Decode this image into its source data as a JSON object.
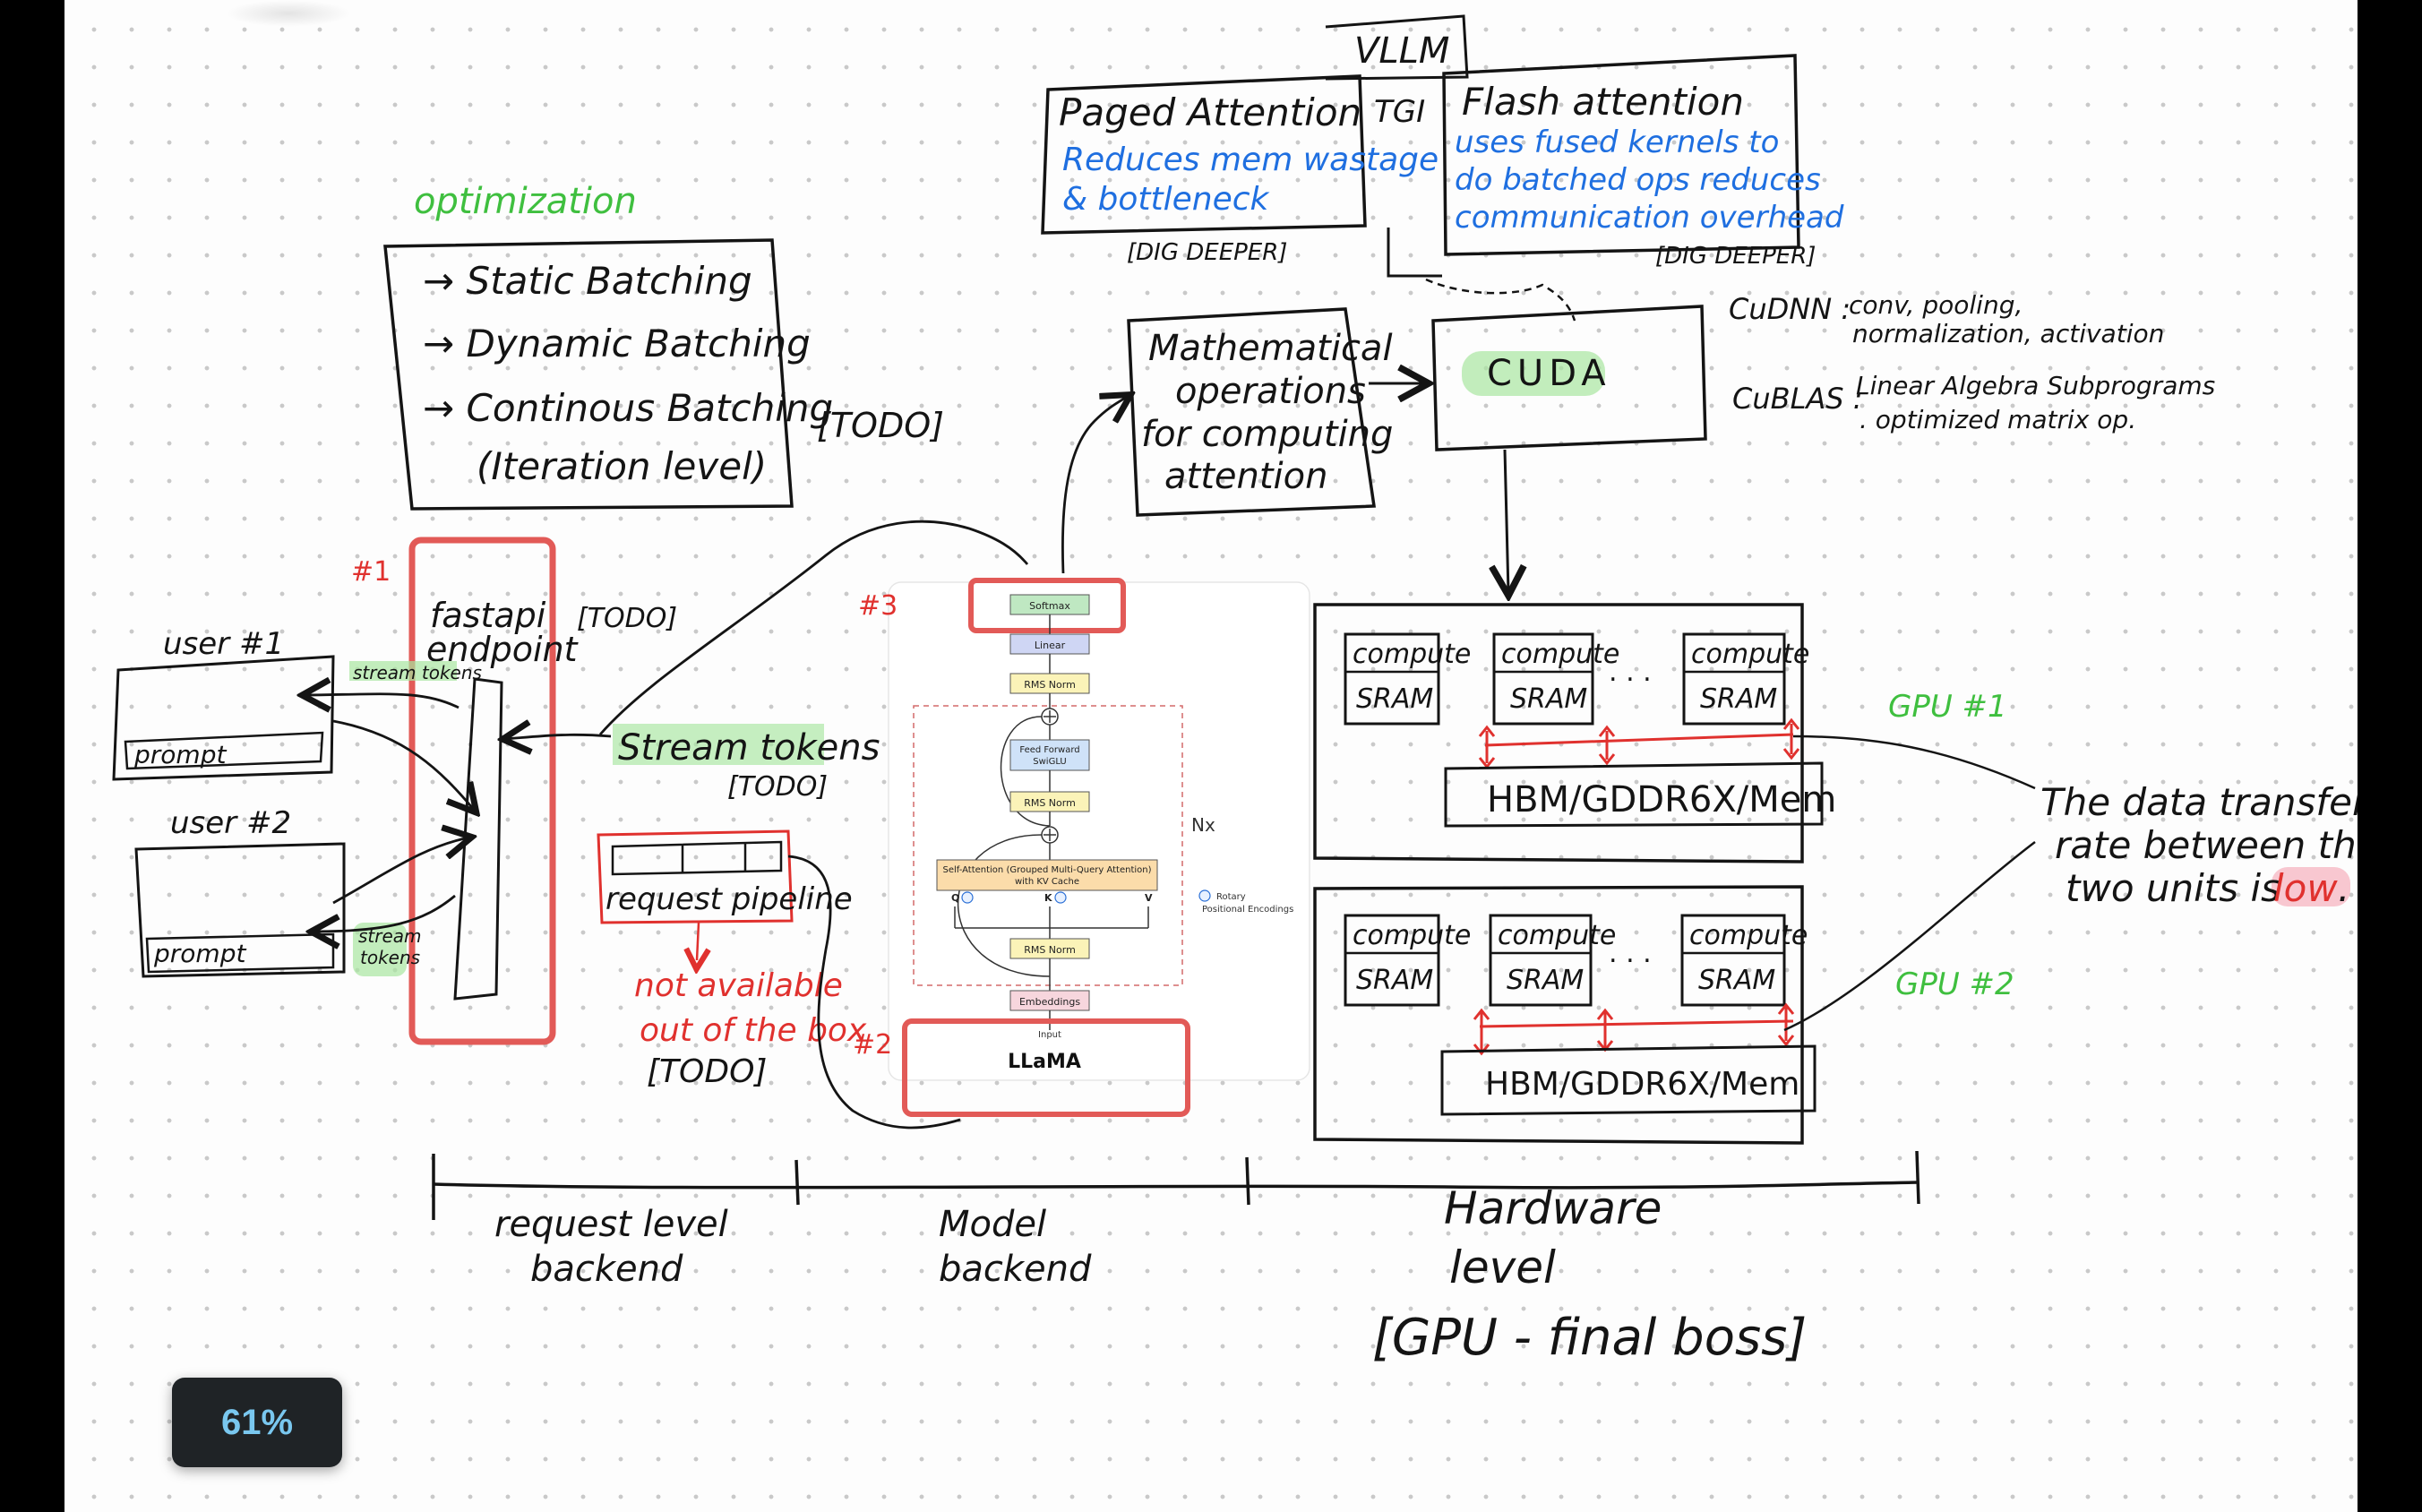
{
  "zoom_level": "61%",
  "colors": {
    "ink": "#141414",
    "green": "#3fbf3f",
    "blue": "#1f6fe0",
    "red": "#e0312e",
    "highlight_red": "#e25a57",
    "highlight_green": "#a8e6a0",
    "highlight_pink": "#f6b9c4"
  },
  "sections": {
    "optimization": {
      "title": "optimization",
      "items": [
        "→ Static Batching",
        "→ Dynamic Batching",
        "→ Continous Batching",
        "(Iteration level)"
      ],
      "tag": "[TODO]"
    },
    "markers": {
      "m1": "#1",
      "m2": "#2",
      "m3": "#3"
    },
    "fastapi": {
      "label_line1": "fastapi",
      "label_line2": "endpoint",
      "tag": "[TODO]"
    },
    "users": {
      "user1": {
        "label": "user #1",
        "prompt": "prompt",
        "stream": "stream tokens"
      },
      "user2": {
        "label": "user #2",
        "prompt": "prompt",
        "stream_line1": "stream",
        "stream_line2": "tokens"
      }
    },
    "stream_tokens": {
      "label": "Stream tokens",
      "tag": "[TODO]"
    },
    "request_pipeline": {
      "label": "request pipeline",
      "note_line1": "not available",
      "note_line2": "out of the box",
      "tag": "[TODO]"
    },
    "llama": {
      "softmax": "Softmax",
      "linear": "Linear",
      "rms_norm": "RMS Norm",
      "feed_forward_line1": "Feed Forward",
      "feed_forward_line2": "SwiGLU",
      "self_attention_line1": "Self-Attention (Grouped Multi-Query Attention)",
      "self_attention_line2": "with KV Cache",
      "q": "Q",
      "k": "K",
      "v": "V",
      "embeddings": "Embeddings",
      "input": "Input",
      "title": "LLaMA",
      "nx": "Nx",
      "rotary_line1": "Rotary",
      "rotary_line2": "Positional Encodings"
    },
    "math_ops": {
      "line1": "Mathematical",
      "line2": "operations",
      "line3": "for computing",
      "line4": "attention"
    },
    "vllm": {
      "title": "VLLM",
      "tgi": "TGI",
      "paged_title": "Paged Attention",
      "paged_line1": "Reduces mem wastage",
      "paged_line2": "& bottleneck",
      "paged_tag": "[DIG DEEPER]",
      "flash_title": "Flash attention",
      "flash_line1": "uses fused kernels to",
      "flash_line2": "do batched ops reduces",
      "flash_line3": "communication overhead",
      "flash_tag": "[DIG DEEPER]"
    },
    "cuda": {
      "label": "CUDA",
      "cudnn_key": "CuDNN :",
      "cudnn_line1": "conv, pooling,",
      "cudnn_line2": "normalization, activation",
      "cublas_key": "CuBLAS :",
      "cublas_line1": "Linear Algebra Subprograms",
      "cublas_line2": ". optimized matrix op."
    },
    "gpus": {
      "compute": "compute",
      "sram": "SRAM",
      "dots": ". . .",
      "gpu1_label": "GPU #1",
      "gpu1_mem": "HBM/GDDR6X/Mem",
      "gpu2_label": "GPU #2",
      "gpu2_mem": "HBM/GDDR6X/Mem"
    },
    "transfer_note": {
      "line1": "The data transfer",
      "line2": "rate between these",
      "line3_prefix": "two units is",
      "line3_emph": "low",
      "line3_end": "."
    },
    "levels": {
      "request_line1": "request level",
      "request_line2": "backend",
      "model_line1": "Model",
      "model_line2": "backend",
      "hardware_line1": "Hardware",
      "hardware_line2": "level",
      "gpu_boss": "[GPU - final boss]"
    }
  }
}
